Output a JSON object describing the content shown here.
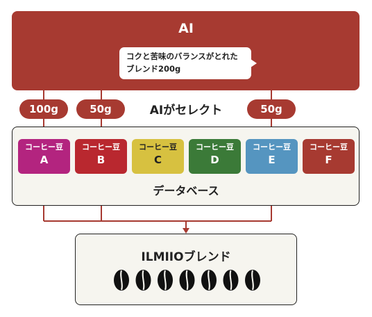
{
  "header": {
    "title": "AI",
    "speech_line1": "コクと苦味のバランスがとれた",
    "speech_line2": "ブレンド200g"
  },
  "selection": {
    "label": "AIがセレクト",
    "amounts": [
      "100g",
      "50g",
      "50g"
    ]
  },
  "database": {
    "label": "データベース",
    "beans": [
      {
        "kind": "コーヒー豆",
        "code": "A",
        "color": "#b3247f"
      },
      {
        "kind": "コーヒー豆",
        "code": "B",
        "color": "#b9282f"
      },
      {
        "kind": "コーヒー豆",
        "code": "C",
        "color": "#d7c140",
        "text": "#222222"
      },
      {
        "kind": "コーヒー豆",
        "code": "D",
        "color": "#3b7a38"
      },
      {
        "kind": "コーヒー豆",
        "code": "E",
        "color": "#5595c0"
      },
      {
        "kind": "コーヒー豆",
        "code": "F",
        "color": "#a73a31"
      }
    ]
  },
  "blend": {
    "title": "ILMIIOブレンド",
    "bean_count": 7
  },
  "colors": {
    "accent": "#a73a31",
    "panel": "#f6f5ef",
    "outline": "#222222"
  }
}
